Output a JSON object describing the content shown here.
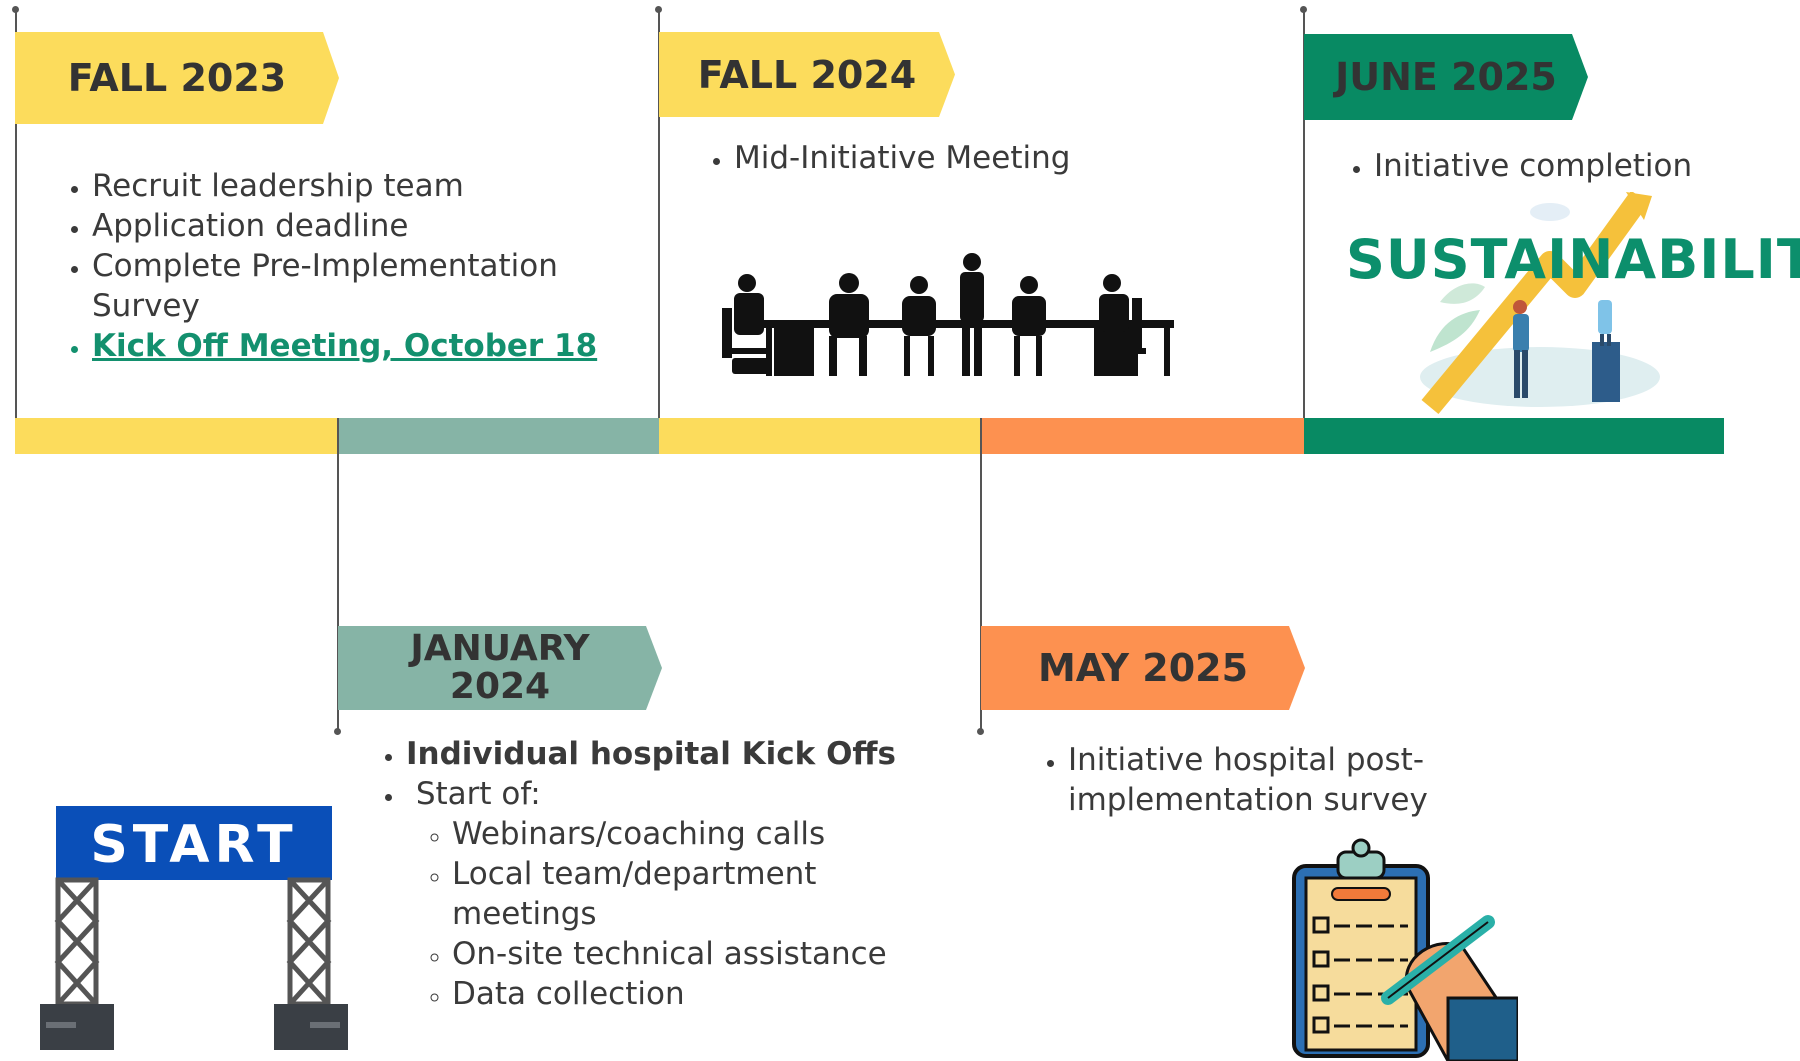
{
  "colors": {
    "yellow": "#fcdc5c",
    "sage": "#86b4a6",
    "orange": "#fd9150",
    "green": "#088a63"
  },
  "phases": {
    "fall2023": {
      "label": "FALL 2023",
      "items": [
        "Recruit leadership team",
        "Application deadline",
        "Complete Pre-Implementation Survey",
        "Kick Off Meeting, October 18"
      ]
    },
    "jan2024": {
      "label_line1": "JANUARY",
      "label_line2": "2024",
      "items": [
        "Individual hospital Kick Offs",
        " Start of:"
      ],
      "subitems": [
        "Webinars/coaching calls",
        "Local team/department meetings",
        "On-site technical assistance",
        "Data collection"
      ]
    },
    "fall2024": {
      "label": "FALL 2024",
      "items": [
        "Mid-Initiative Meeting"
      ]
    },
    "may2025": {
      "label": "MAY 2025",
      "items": [
        "Initiative hospital post-implementation survey"
      ]
    },
    "june2025": {
      "label": "JUNE 2025",
      "items": [
        "Initiative completion"
      ]
    }
  },
  "images": {
    "start_sign": "START",
    "sustainability": "SUSTAINABILITY",
    "meeting": "meeting-silhouette-icon",
    "clipboard": "clipboard-checklist-icon"
  }
}
